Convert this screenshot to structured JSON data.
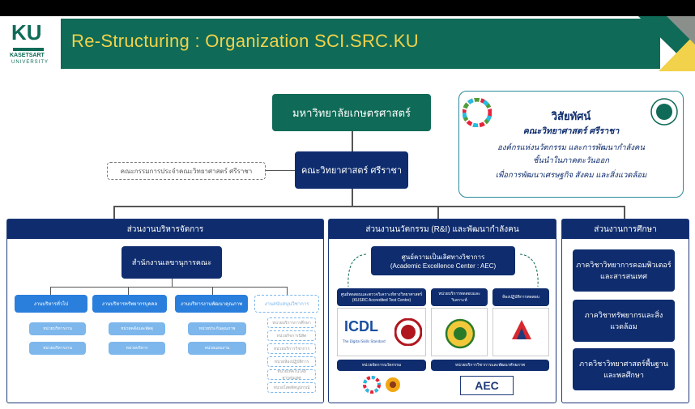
{
  "header": {
    "title": "Re-Structuring : Organization SCI.SRC.KU",
    "logo_text": "KU",
    "logo_name": "KASETSART",
    "logo_sub": "UNIVERSITY"
  },
  "colors": {
    "primary": "#0f6b57",
    "navy": "#0f2d6e",
    "accent": "#f2d24a",
    "blue": "#2a7fdc",
    "light_blue": "#7db7ec"
  },
  "top": {
    "university": "มหาวิทยาลัยเกษตรศาสตร์",
    "faculty": "คณะวิทยาศาสตร์ ศรีราชา",
    "committee": "คณะกรรมการประจำคณะวิทยาศาสตร์ ศรีราชา"
  },
  "vision": {
    "title": "วิสัยทัศน์",
    "subtitle": "คณะวิทยาศาสตร์ ศรีราชา",
    "lines": [
      "องค์กรแห่งนวัตกรรม และการพัฒนากำลังคน",
      "ชั้นนำในภาคตะวันออก",
      "เพื่อการพัฒนาเศรษฐกิจ สังคม และสิ่งแวดล้อม"
    ]
  },
  "admin": {
    "header": "ส่วนงานบริหารจัดการ",
    "office": "สำนักงานเลขานุการคณะ",
    "units": [
      "งานบริหารทั่วไป",
      "งานบริหารทรัพยากรบุคคล",
      "งานบริหารงานพัฒนาคุณภาพ",
      "งานสนับสนุนวิชาการ"
    ],
    "sub_units": [
      "หน่วยบริหารงาน",
      "หน่วยบริหารงาน",
      "หน่วยคลังและพัสดุ",
      "หน่วยบริหาร",
      "หน่วยประกันคุณภาพ",
      "หน่วยแผนงาน"
    ],
    "dashed_items": [
      "หน่วยบริการการศึกษา",
      "หน่วยกิจการนิสิต",
      "หน่วยบริการวิชาการ",
      "หน่วยห้องปฏิบัติการ",
      "หน่วยเทคโนโลยีสารสนเทศ",
      "หน่วยโสตทัศนูปกรณ์"
    ]
  },
  "research": {
    "header": "ส่วนงานนวัตกรรม (R&I) และพัฒนากำลังคน",
    "center_line1": "ศูนย์ความเป็นเลิศทางวิชาการ",
    "center_line2": "(Academic Excellence Center : AEC)",
    "units": [
      "ศูนย์ทดสอบและตรวจวิเคราะห์ทางวิทยาศาสตร์ (KUSRC Accredited Test Centre)",
      "หน่วยบริการทดสอบและวิเคราะห์",
      "ห้องปฏิบัติการทดสอบ"
    ],
    "bottom_units": [
      "หน่วยจัดการนวัตกรรม",
      "หน่วยบริการวิชาการและพัฒนาศักยภาพ"
    ],
    "icdl_text": "ICDL",
    "icdl_sub": "The Digital Skills Standard",
    "aec_text": "AEC"
  },
  "education": {
    "header": "ส่วนงานการศึกษา",
    "departments": [
      "ภาควิชาวิทยาการคอมพิวเตอร์และสารสนเทศ",
      "ภาควิชาทรัพยากรและสิ่งแวดล้อม",
      "ภาควิชาวิทยาศาสตร์พื้นฐานและพลศึกษา"
    ]
  }
}
